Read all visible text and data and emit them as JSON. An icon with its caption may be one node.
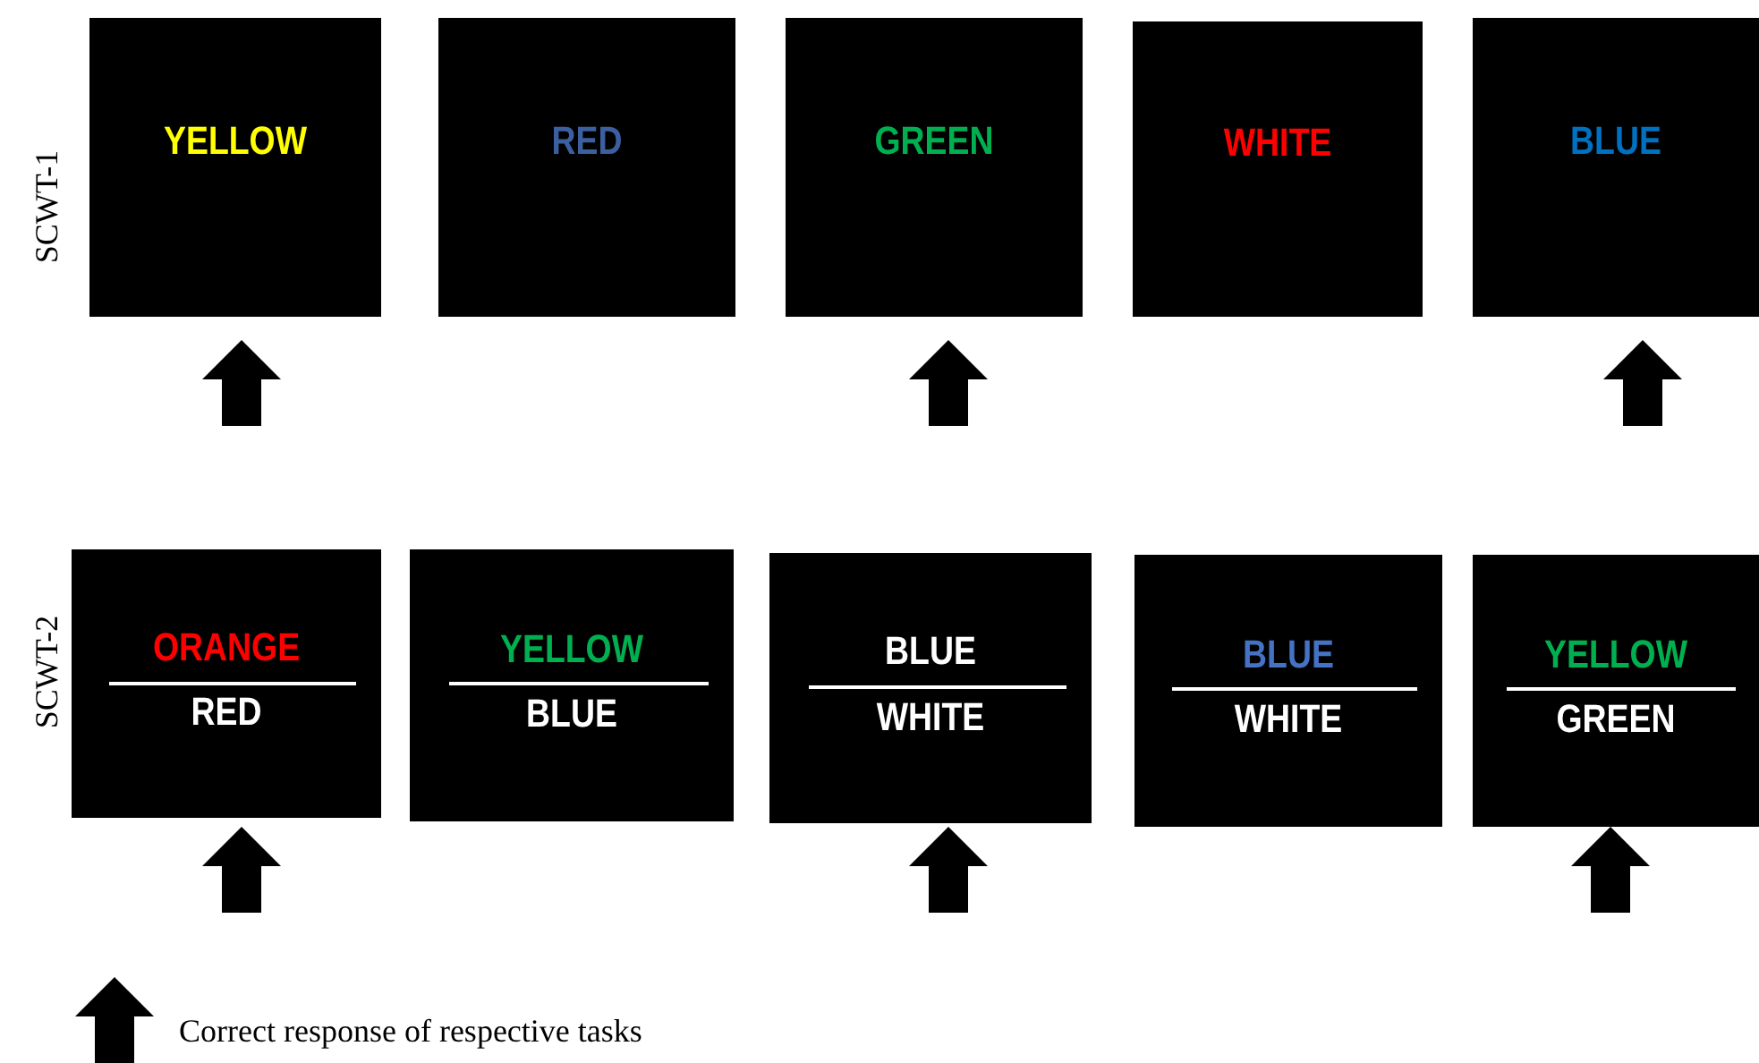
{
  "diagram": {
    "nodes": [
      {
        "text": [
          "YELLOW"
        ]
      },
      {
        "text": [
          "RED"
        ]
      },
      {
        "text": [
          "GREEN"
        ]
      },
      {
        "text": [
          "WHITE"
        ]
      },
      {
        "text": [
          "BLUE"
        ]
      },
      {
        "text": [
          "ORANGE",
          "RED"
        ]
      },
      {
        "text": [
          "YELLOW",
          "BLUE"
        ]
      },
      {
        "text": [
          "BLUE",
          "WHITE"
        ]
      },
      {
        "text": [
          "BLUE",
          "WHITE"
        ]
      },
      {
        "text": [
          "YELLOW",
          "GREEN"
        ]
      }
    ],
    "labels": [
      "SCWT-1",
      "SCWT-2"
    ],
    "legend": [
      {
        "text": "Correct response of respective tasks"
      }
    ]
  }
}
